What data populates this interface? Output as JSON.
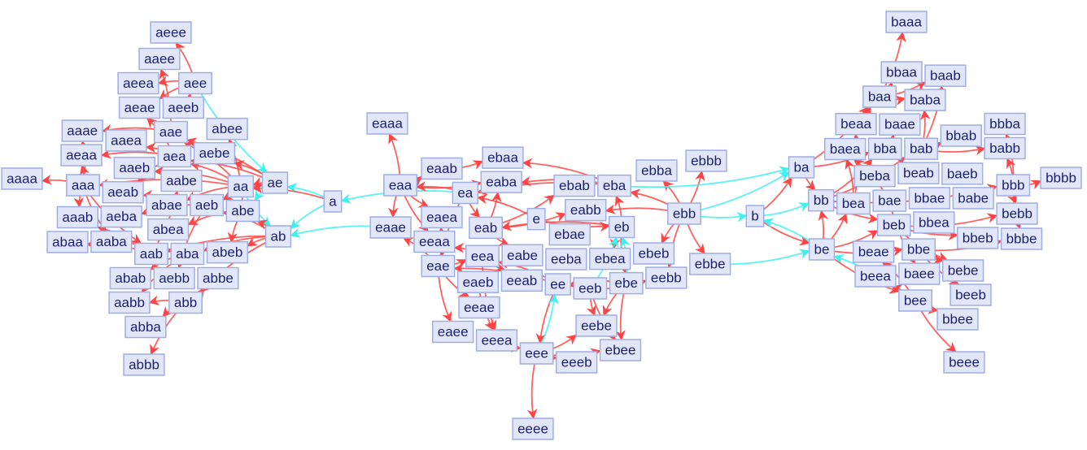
{
  "title": "Substitution system state graph",
  "colors": {
    "edge_primary": "#ff4444",
    "edge_secondary": "#40f0f0",
    "node_fill": "#e1e7f9",
    "node_border": "#9eaee6",
    "label": "#1b1f73"
  },
  "nodes": [
    "aeee",
    "aaee",
    "aeea",
    "aeae",
    "aee",
    "aeeb",
    "abee",
    "aaae",
    "aaea",
    "aeaa",
    "aae",
    "aebe",
    "aea",
    "aaaa",
    "aaa",
    "aaeb",
    "aabe",
    "ae",
    "aa",
    "aeab",
    "abae",
    "aeb",
    "abe",
    "aeba",
    "abea",
    "a",
    "aaab",
    "aab",
    "aaba",
    "abaa",
    "aba",
    "abeb",
    "ab",
    "aebb",
    "abbe",
    "abab",
    "aabb",
    "abb",
    "abba",
    "abbb",
    "eaaa",
    "ebaa",
    "eaab",
    "eba",
    "ebba",
    "ebbb",
    "eaa",
    "eaba",
    "ebab",
    "ea",
    "eabb",
    "ebb",
    "e",
    "eab",
    "eb",
    "eaae",
    "eaea",
    "eeaa",
    "ebae",
    "eeba",
    "ebea",
    "eae",
    "eabe",
    "eea",
    "ebeb",
    "ebbe",
    "ebe",
    "eebb",
    "eaeb",
    "eeab",
    "ee",
    "eeb",
    "eeae",
    "eaee",
    "eebe",
    "eeea",
    "ebee",
    "eee",
    "eeeb",
    "eeee",
    "baaa",
    "bbaa",
    "baab",
    "baa",
    "baba",
    "beaa",
    "baae",
    "baea",
    "bba",
    "bab",
    "bbab",
    "bbba",
    "babb",
    "ba",
    "bbbb",
    "beba",
    "beab",
    "baeb",
    "bbb",
    "bb",
    "bea",
    "bae",
    "bbea",
    "bbae",
    "babe",
    "b",
    "bebb",
    "beb",
    "bbeb",
    "bbbe",
    "be",
    "bbe",
    "beae",
    "baee",
    "beea",
    "bebe",
    "beeb",
    "bee",
    "bbee",
    "beee"
  ],
  "edges": [
    [
      "a",
      "ae",
      "s"
    ],
    [
      "a",
      "ab",
      "s"
    ],
    [
      "a",
      "aa",
      "p"
    ],
    [
      "aee",
      "ae",
      "s"
    ],
    [
      "ae",
      "abe",
      "s"
    ],
    [
      "ea",
      "a",
      "s"
    ],
    [
      "eaae",
      "ab",
      "s"
    ],
    [
      "aa",
      "ab",
      "s"
    ],
    [
      "aee",
      "aeee",
      "p"
    ],
    [
      "aee",
      "aeea",
      "p"
    ],
    [
      "aee",
      "aeae",
      "p"
    ],
    [
      "aeeb",
      "aee",
      "p"
    ],
    [
      "ae",
      "aae",
      "p"
    ],
    [
      "ae",
      "aea",
      "p"
    ],
    [
      "ae",
      "aebe",
      "p"
    ],
    [
      "ae",
      "aa",
      "p"
    ],
    [
      "ae",
      "aeb",
      "p"
    ],
    [
      "aa",
      "aaa",
      "p"
    ],
    [
      "aa",
      "aea",
      "p"
    ],
    [
      "aa",
      "aae",
      "p"
    ],
    [
      "aaa",
      "aaaa",
      "p"
    ],
    [
      "aaa",
      "aeaa",
      "p"
    ],
    [
      "aaa",
      "aaae",
      "p"
    ],
    [
      "aaa",
      "aaab",
      "p"
    ],
    [
      "aaa",
      "aaba",
      "p"
    ],
    [
      "aaa",
      "aab",
      "p"
    ],
    [
      "aea",
      "aaea",
      "p"
    ],
    [
      "aea",
      "aeaa",
      "p"
    ],
    [
      "aae",
      "aaae",
      "p"
    ],
    [
      "aae",
      "aaee",
      "p"
    ],
    [
      "aea",
      "aeae",
      "p"
    ],
    [
      "aab",
      "aaab",
      "p"
    ],
    [
      "aab",
      "abaa",
      "p"
    ],
    [
      "aba",
      "abaa",
      "p"
    ],
    [
      "aba",
      "abab",
      "p"
    ],
    [
      "aba",
      "aabb",
      "p"
    ],
    [
      "ab",
      "aab",
      "p"
    ],
    [
      "ab",
      "aba",
      "p"
    ],
    [
      "ab",
      "abe",
      "p"
    ],
    [
      "ab",
      "abb",
      "p"
    ],
    [
      "ab",
      "abeb",
      "p"
    ],
    [
      "ab",
      "aeb",
      "p"
    ],
    [
      "abe",
      "abea",
      "p"
    ],
    [
      "abe",
      "abee",
      "p"
    ],
    [
      "abe",
      "abeb",
      "p"
    ],
    [
      "abb",
      "abba",
      "p"
    ],
    [
      "abb",
      "abbb",
      "p"
    ],
    [
      "abb",
      "aabb",
      "p"
    ],
    [
      "abb",
      "abbe",
      "p"
    ],
    [
      "aeb",
      "aeba",
      "p"
    ],
    [
      "aeb",
      "aebb",
      "p"
    ],
    [
      "aeb",
      "aeab",
      "p"
    ],
    [
      "aea",
      "aeab",
      "p"
    ],
    [
      "aa",
      "abae",
      "p"
    ],
    [
      "aab",
      "aabe",
      "p"
    ],
    [
      "aa",
      "aaeb",
      "p"
    ],
    [
      "eaa",
      "eaaa",
      "p"
    ],
    [
      "eaa",
      "eaab",
      "p"
    ],
    [
      "eaa",
      "eaba",
      "p"
    ],
    [
      "eaa",
      "eaae",
      "p"
    ],
    [
      "eaa",
      "eaea",
      "p"
    ],
    [
      "eaa",
      "eeaa",
      "p"
    ],
    [
      "ea",
      "eaa",
      "p"
    ],
    [
      "ea",
      "eab",
      "p"
    ],
    [
      "ea",
      "eae",
      "p"
    ],
    [
      "eab",
      "eaba",
      "p"
    ],
    [
      "eab",
      "eabb",
      "p"
    ],
    [
      "eab",
      "eabe",
      "p"
    ],
    [
      "eab",
      "ebab",
      "p"
    ],
    [
      "eaab",
      "ebaa",
      "p"
    ],
    [
      "eba",
      "ebaa",
      "p"
    ],
    [
      "eba",
      "eaba",
      "p"
    ],
    [
      "eba",
      "ea",
      "p"
    ],
    [
      "ebb",
      "ebba",
      "p"
    ],
    [
      "ebb",
      "ebbb",
      "p"
    ],
    [
      "ebb",
      "eba",
      "p"
    ],
    [
      "ebb",
      "eabb",
      "p"
    ],
    [
      "ebb",
      "ebeb",
      "p"
    ],
    [
      "ebb",
      "eebb",
      "p"
    ],
    [
      "ebb",
      "ebbe",
      "p"
    ],
    [
      "eb",
      "eab",
      "p"
    ],
    [
      "eb",
      "eba",
      "p"
    ],
    [
      "e",
      "eb",
      "p"
    ],
    [
      "e",
      "ea",
      "p"
    ],
    [
      "eb",
      "ebea",
      "p"
    ],
    [
      "eb",
      "ebe",
      "p"
    ],
    [
      "eae",
      "eaae",
      "p"
    ],
    [
      "eae",
      "eaea",
      "p"
    ],
    [
      "eae",
      "eeae",
      "p"
    ],
    [
      "eae",
      "eaee",
      "p"
    ],
    [
      "eae",
      "eea",
      "p"
    ],
    [
      "eea",
      "eeaa",
      "p"
    ],
    [
      "eea",
      "eeea",
      "p"
    ],
    [
      "eea",
      "eeab",
      "p"
    ],
    [
      "ee",
      "eae",
      "p"
    ],
    [
      "ee",
      "eea",
      "p"
    ],
    [
      "ee",
      "eee",
      "p"
    ],
    [
      "eee",
      "ee",
      "s"
    ],
    [
      "eeb",
      "ee",
      "p"
    ],
    [
      "eeb",
      "eebe",
      "p"
    ],
    [
      "eeb",
      "ebee",
      "p"
    ],
    [
      "eeb",
      "eebb",
      "p"
    ],
    [
      "ebe",
      "ee",
      "p"
    ],
    [
      "ebe",
      "ebee",
      "p"
    ],
    [
      "ebe",
      "eebe",
      "p"
    ],
    [
      "eeb",
      "eb",
      "s"
    ],
    [
      "ebe",
      "eb",
      "s"
    ],
    [
      "eee",
      "eeee",
      "p"
    ],
    [
      "eee",
      "eeeb",
      "p"
    ],
    [
      "eee",
      "eebe",
      "p"
    ],
    [
      "eee",
      "ebee",
      "p"
    ],
    [
      "eeea",
      "eee",
      "p"
    ],
    [
      "eaeb",
      "eeea",
      "p"
    ],
    [
      "ebbe",
      "be",
      "s"
    ],
    [
      "ebb",
      "ba",
      "s"
    ],
    [
      "ebb",
      "b",
      "s"
    ],
    [
      "eba",
      "ba",
      "s"
    ],
    [
      "b",
      "ba",
      "p"
    ],
    [
      "b",
      "be",
      "p"
    ],
    [
      "b",
      "bb",
      "s"
    ],
    [
      "be",
      "b",
      "s"
    ],
    [
      "bee",
      "be",
      "s"
    ],
    [
      "ba",
      "baa",
      "p"
    ],
    [
      "ba",
      "bb",
      "p"
    ],
    [
      "ba",
      "bba",
      "p"
    ],
    [
      "baa",
      "baaa",
      "p"
    ],
    [
      "baa",
      "bbaa",
      "p"
    ],
    [
      "baa",
      "baab",
      "p"
    ],
    [
      "baa",
      "baba",
      "p"
    ],
    [
      "beaa",
      "baa",
      "p"
    ],
    [
      "bba",
      "baae",
      "p"
    ],
    [
      "bab",
      "baba",
      "p"
    ],
    [
      "bab",
      "baab",
      "p"
    ],
    [
      "bab",
      "bbab",
      "p"
    ],
    [
      "bab",
      "babb",
      "p"
    ],
    [
      "bbb",
      "babb",
      "p"
    ],
    [
      "bbb",
      "bbba",
      "p"
    ],
    [
      "bbb",
      "bbbb",
      "p"
    ],
    [
      "bbb",
      "bebb",
      "p"
    ],
    [
      "bbb",
      "bbbe",
      "p"
    ],
    [
      "bb",
      "bba",
      "p"
    ],
    [
      "bb",
      "bab",
      "p"
    ],
    [
      "bb",
      "bbb",
      "p"
    ],
    [
      "bb",
      "beb",
      "p"
    ],
    [
      "be",
      "bb",
      "p"
    ],
    [
      "be",
      "bea",
      "p"
    ],
    [
      "be",
      "beb",
      "p"
    ],
    [
      "be",
      "bbe",
      "p"
    ],
    [
      "be",
      "bee",
      "p"
    ],
    [
      "beb",
      "bbeb",
      "p"
    ],
    [
      "beb",
      "bebb",
      "p"
    ],
    [
      "beb",
      "bebe",
      "p"
    ],
    [
      "bbe",
      "bbbe",
      "p"
    ],
    [
      "bbe",
      "beeb",
      "p"
    ],
    [
      "bee",
      "beee",
      "p"
    ],
    [
      "bee",
      "bbee",
      "p"
    ],
    [
      "bee",
      "beea",
      "p"
    ],
    [
      "bee",
      "beae",
      "p"
    ],
    [
      "bea",
      "beaa",
      "p"
    ],
    [
      "bea",
      "baea",
      "p"
    ],
    [
      "bae",
      "baee",
      "p"
    ],
    [
      "bae",
      "baea",
      "p"
    ],
    [
      "bbe",
      "bebe",
      "p"
    ]
  ]
}
